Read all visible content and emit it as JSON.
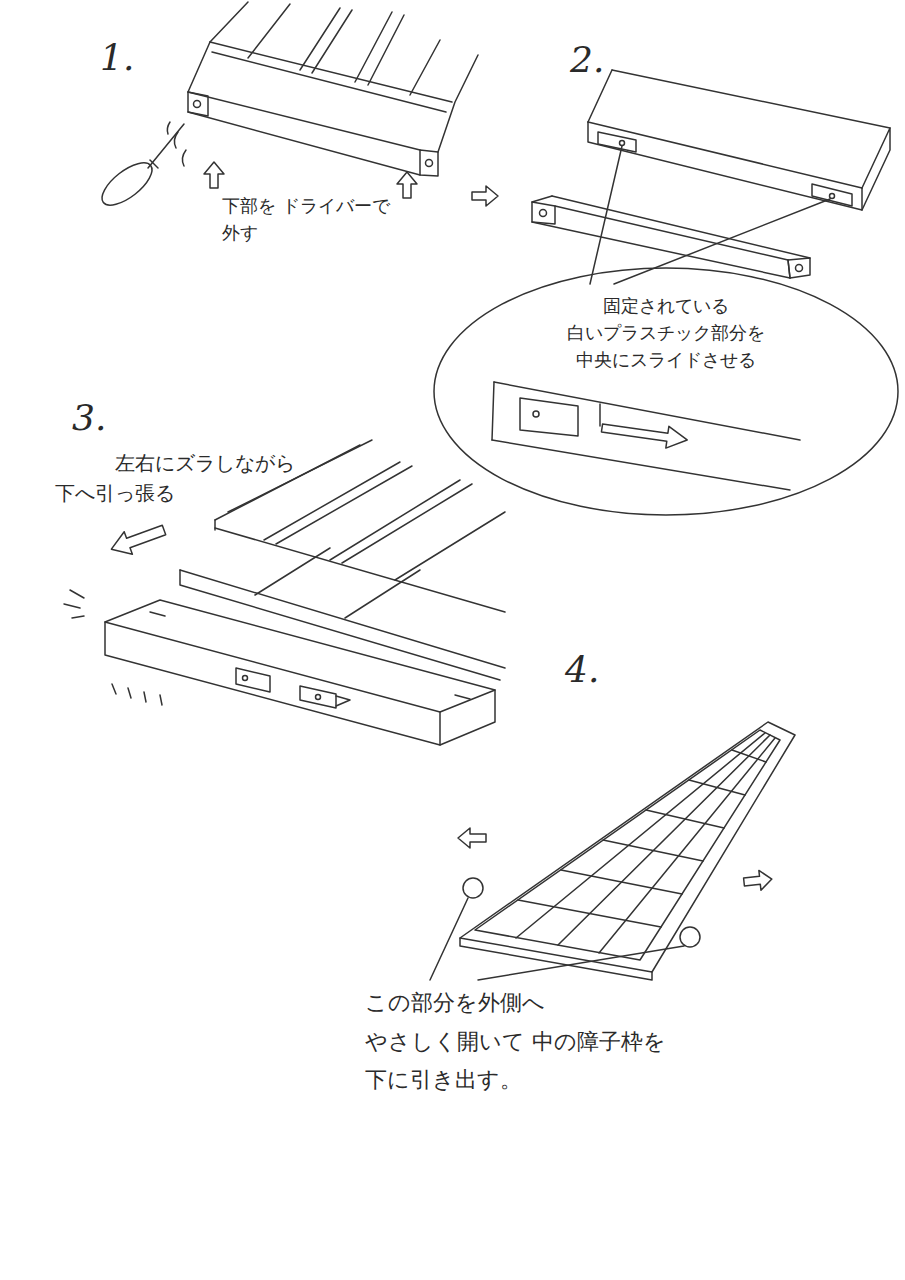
{
  "diagram": {
    "nodes": [
      {
        "text": [
          "固定されている 白いプラスチック部分を 中央にスライドさせる"
        ]
      }
    ],
    "labels": [
      "1.",
      "2.",
      "3.",
      "4.",
      "下部を ドライバーで 外す",
      "左右にズラしながら 下へ引っ張る",
      "この部分を外側へ やさしく開いて 中の障子枠を 下に引き出す。"
    ]
  }
}
